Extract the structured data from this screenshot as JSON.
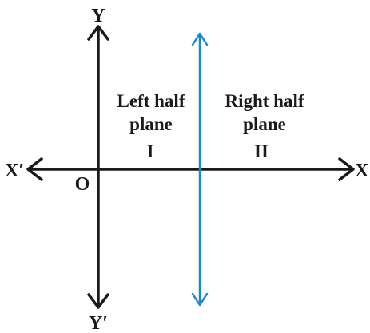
{
  "axes": {
    "x_positive": "X",
    "x_negative": "X′",
    "y_positive": "Y",
    "y_negative": "Y′",
    "origin": "O"
  },
  "regions": [
    {
      "line1": "Left half",
      "line2": "plane",
      "numeral": "I"
    },
    {
      "line1": "Right half",
      "line2": "plane",
      "numeral": "II"
    }
  ],
  "colors": {
    "axis": "#1a1a1a",
    "divider": "#1a8cc4"
  }
}
